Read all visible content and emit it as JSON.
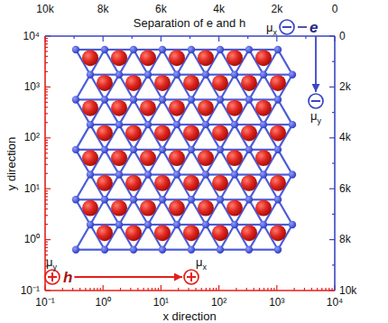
{
  "diagram": {
    "nodes": [
      {
        "text": [
          "μx",
          "e"
        ]
      },
      {
        "text": [
          "μy"
        ]
      },
      {
        "text": [
          "μy",
          "h"
        ]
      },
      {
        "text": [
          "μx"
        ]
      }
    ],
    "edges": [
      {
        "from": 0,
        "to": 1,
        "arrow": "to"
      },
      {
        "from": 2,
        "to": 3,
        "arrow": "to"
      }
    ],
    "labels": [
      "Separation of e and h",
      "10k",
      "8k",
      "6k",
      "4k",
      "2k",
      "0",
      "0",
      "2k",
      "4k",
      "6k",
      "8k",
      "10k",
      "y direction",
      "10⁴",
      "10³",
      "10²",
      "10¹",
      "10⁰",
      "10⁻¹",
      "10⁻¹",
      "10⁰",
      "10¹",
      "10²",
      "10³",
      "10⁴",
      "x direction"
    ]
  }
}
